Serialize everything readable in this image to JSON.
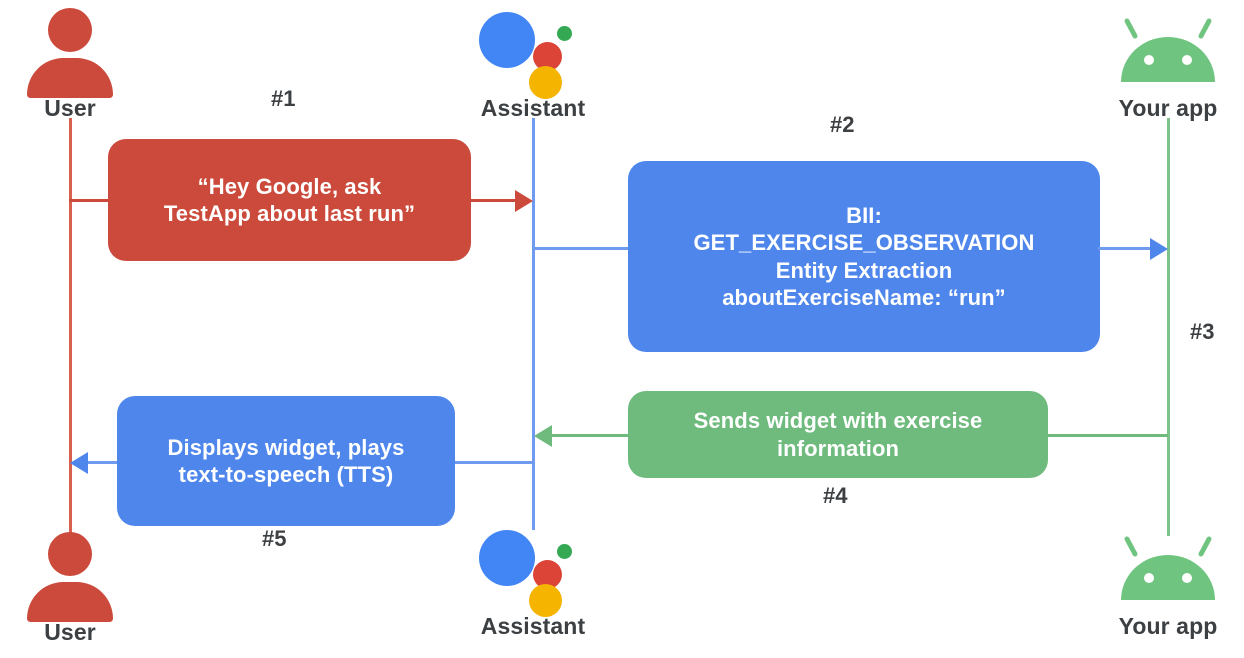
{
  "diagram": {
    "title": "Google Assistant App Actions sequence flow",
    "colors": {
      "user": "#CB4A3B",
      "assistant_blue": "#4E86EC",
      "app_green": "#6FBB7E",
      "label_text": "#3c4043",
      "google_blue": "#4285F4",
      "google_red": "#DB4437",
      "google_green": "#34A853",
      "google_yellow": "#F4B400"
    }
  },
  "actors": {
    "user_top": {
      "label": "User",
      "icon": "user-icon"
    },
    "assistant_top": {
      "label": "Assistant",
      "icon": "google-assistant-icon"
    },
    "app_top": {
      "label": "Your app",
      "icon": "android-icon"
    },
    "user_bottom": {
      "label": "User",
      "icon": "user-icon"
    },
    "assistant_bottom": {
      "label": "Assistant",
      "icon": "google-assistant-icon"
    },
    "app_bottom": {
      "label": "Your app",
      "icon": "android-icon"
    }
  },
  "steps": {
    "s1": "#1",
    "s2": "#2",
    "s3": "#3",
    "s4": "#4",
    "s5": "#5"
  },
  "messages": {
    "m1": {
      "step": "#1",
      "from": "User",
      "to": "Assistant",
      "color": "red",
      "lines": [
        "“Hey Google, ask",
        "TestApp about last run”"
      ]
    },
    "m2": {
      "step": "#2",
      "from": "Assistant",
      "to": "Your app",
      "color": "blue",
      "lines": [
        "BII:",
        "GET_EXERCISE_OBSERVATION",
        "Entity Extraction",
        "aboutExerciseName: “run”"
      ]
    },
    "m3": {
      "step": "#3",
      "from": "Assistant",
      "to": "Your app",
      "color": "blue",
      "lines": []
    },
    "m4": {
      "step": "#4",
      "from": "Your app",
      "to": "Assistant",
      "color": "green",
      "lines": [
        "Sends widget with exercise",
        "information"
      ]
    },
    "m5": {
      "step": "#5",
      "from": "Assistant",
      "to": "User",
      "color": "blue",
      "lines": [
        "Displays widget, plays",
        "text-to-speech (TTS)"
      ]
    }
  }
}
